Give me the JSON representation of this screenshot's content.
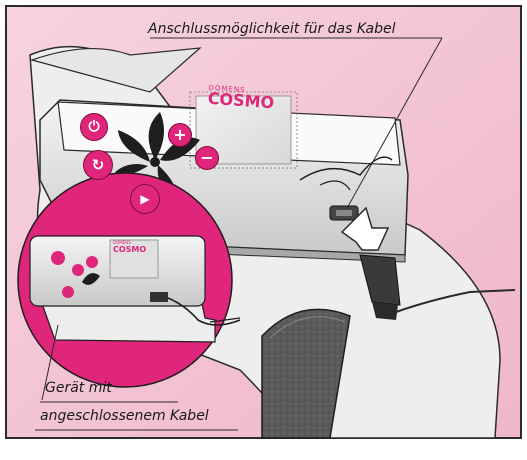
{
  "callouts": {
    "connector": "Anschlussmöglichkeit für das Kabel",
    "connected_line1": "Gerät mit",
    "connected_line2": "angeschlossenem Kabel"
  },
  "device": {
    "brand_small": "DOMENS",
    "brand_large": "COSMO",
    "inset_brand_small": "DOMENS",
    "inset_brand_large": "COSMO"
  },
  "buttons": [
    {
      "symbol": "⏻",
      "icon": "power-icon"
    },
    {
      "symbol": "+",
      "icon": "plus-icon"
    },
    {
      "symbol": "↻",
      "icon": "cycle-icon"
    },
    {
      "symbol": "−",
      "icon": "minus-icon"
    },
    {
      "symbol": "▶",
      "icon": "play-icon"
    }
  ],
  "colors": {
    "background_pink": "#f3c2d2",
    "accent_magenta": "#e0267b",
    "device_gray": "#d7d7d7",
    "pad_gray": "#5f5f5f"
  }
}
